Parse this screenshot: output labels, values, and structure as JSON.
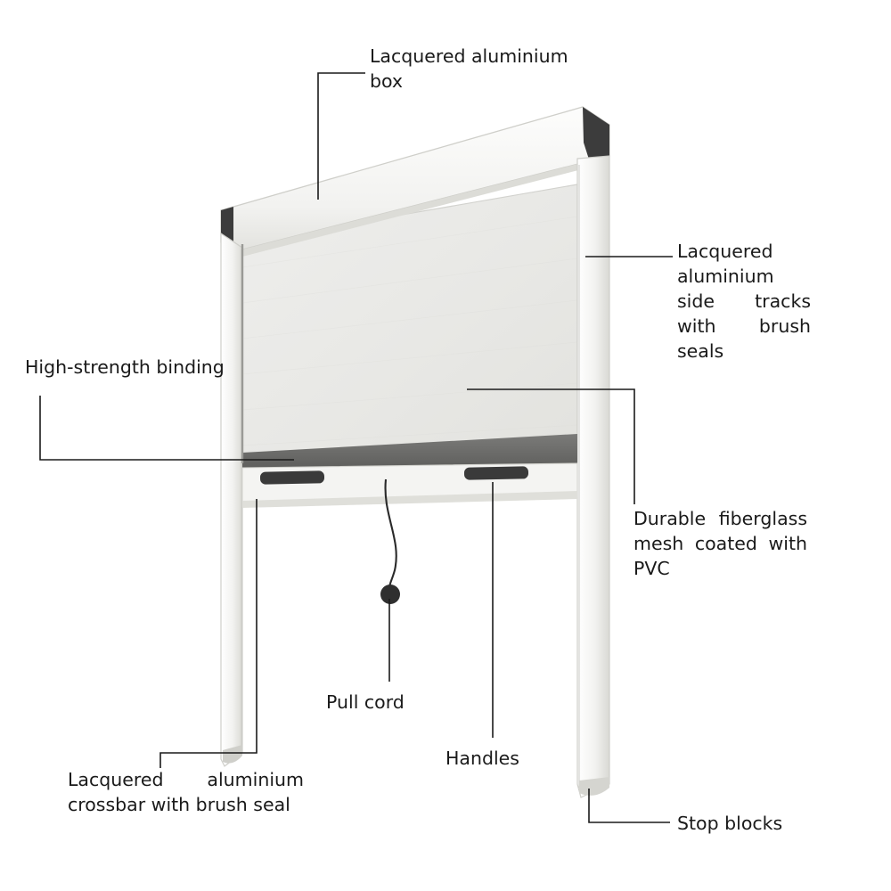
{
  "diagram": {
    "title": "Mosquito net roller screen exploded callout diagram",
    "background_color": "#ffffff",
    "line_color": "#1a1a1a",
    "frame_color": "#f5f5f3",
    "frame_shade_color": "#d8d8d4",
    "dark_part_color": "#3c3c3c",
    "mesh_color": "#e9e9e6",
    "crossbar_color": "#6f6f6d",
    "labels": {
      "box": "Lacquered aluminium box",
      "side_tracks": "Lacquered aluminium side tracks with brush seals",
      "binding": "High-strength binding",
      "mesh": "Durable fiberglass mesh coated with PVC",
      "pull_cord": "Pull cord",
      "handles": "Handles",
      "crossbar": "Lacquered aluminium crossbar with brush seal",
      "stop_blocks": "Stop blocks"
    }
  }
}
